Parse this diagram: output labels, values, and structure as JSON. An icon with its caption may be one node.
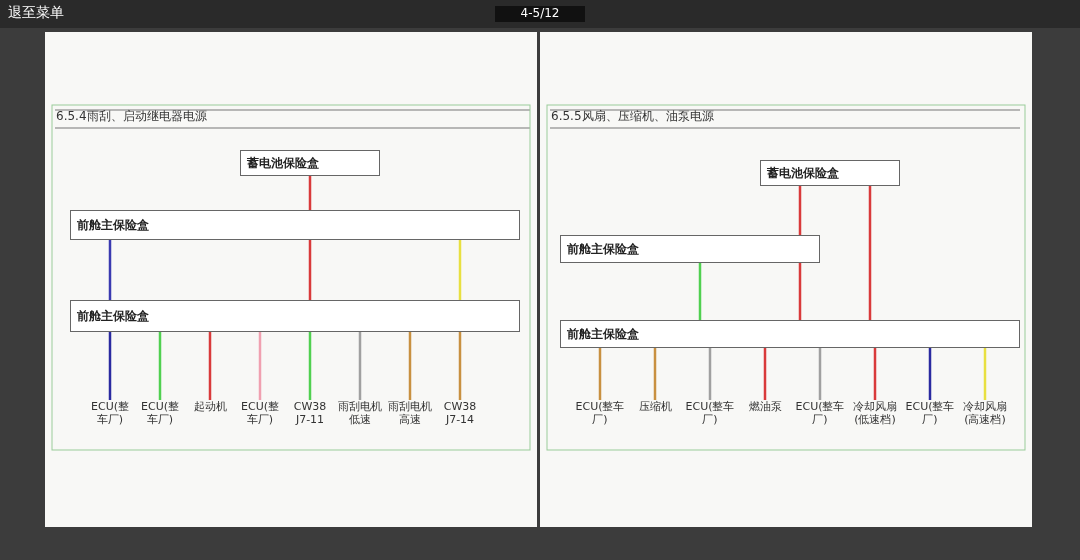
{
  "diagram": {
    "nodes": [
      {
        "text": [
          "蓄电池保险盒"
        ]
      },
      {
        "text": [
          "前舱主保险盒"
        ]
      },
      {
        "text": [
          "前舱主保险盒"
        ]
      },
      {
        "text": [
          "ECU(整车厂)"
        ]
      },
      {
        "text": [
          "ECU(整车厂)"
        ]
      },
      {
        "text": [
          "起动机"
        ]
      },
      {
        "text": [
          "ECU(整车厂)"
        ]
      },
      {
        "text": [
          "CW38 J7-11"
        ]
      },
      {
        "text": [
          "雨刮电机低速"
        ]
      },
      {
        "text": [
          "雨刮电机高速"
        ]
      },
      {
        "text": [
          "CW38 J7-14"
        ]
      },
      {
        "text": [
          "蓄电池保险盒"
        ]
      },
      {
        "text": [
          "前舱主保险盒"
        ]
      },
      {
        "text": [
          "前舱主保险盒"
        ]
      },
      {
        "text": [
          "ECU(整车厂)"
        ]
      },
      {
        "text": [
          "压缩机"
        ]
      },
      {
        "text": [
          "ECU(整车厂)"
        ]
      },
      {
        "text": [
          "燃油泵"
        ]
      },
      {
        "text": [
          "ECU(整车厂)"
        ]
      },
      {
        "text": [
          "冷却风扇(低速档)"
        ]
      },
      {
        "text": [
          "ECU(整车厂)"
        ]
      },
      {
        "text": [
          "冷却风扇(高速档)"
        ]
      }
    ],
    "edges": [
      {
        "from": 0,
        "to": 1,
        "arrow": "none",
        "color": "#d93a3a"
      },
      {
        "from": 1,
        "to": 2,
        "arrow": "none",
        "color": "#3a3ab0"
      },
      {
        "from": 1,
        "to": 2,
        "arrow": "none",
        "color": "#d93a3a"
      },
      {
        "from": 1,
        "to": 2,
        "arrow": "none",
        "color": "#e8e040"
      },
      {
        "from": 2,
        "to": 3,
        "arrow": "none",
        "color": "#2a2aa0"
      },
      {
        "from": 2,
        "to": 4,
        "arrow": "none",
        "color": "#50d050"
      },
      {
        "from": 2,
        "to": 5,
        "arrow": "none",
        "color": "#d93a3a"
      },
      {
        "from": 2,
        "to": 6,
        "arrow": "none",
        "color": "#f0a0b0"
      },
      {
        "from": 2,
        "to": 7,
        "arrow": "none",
        "color": "#50d050"
      },
      {
        "from": 2,
        "to": 8,
        "arrow": "none",
        "color": "#a0a0a0"
      },
      {
        "from": 2,
        "to": 9,
        "arrow": "none",
        "color": "#c89040"
      },
      {
        "from": 2,
        "to": 10,
        "arrow": "none",
        "color": "#c89040"
      },
      {
        "from": 11,
        "to": 12,
        "arrow": "none",
        "color": "#d93a3a"
      },
      {
        "from": 12,
        "to": 13,
        "arrow": "none",
        "color": "#d93a3a"
      },
      {
        "from": 12,
        "to": 13,
        "arrow": "none",
        "color": "#50d050"
      },
      {
        "from": 11,
        "to": 13,
        "arrow": "none",
        "color": "#d93a3a"
      },
      {
        "from": 13,
        "to": 14,
        "arrow": "none",
        "color": "#c89040"
      },
      {
        "from": 13,
        "to": 15,
        "arrow": "none",
        "color": "#c89040"
      },
      {
        "from": 13,
        "to": 16,
        "arrow": "none",
        "color": "#a0a0a0"
      },
      {
        "from": 13,
        "to": 17,
        "arrow": "none",
        "color": "#d93a3a"
      },
      {
        "from": 13,
        "to": 18,
        "arrow": "none",
        "color": "#a0a0a0"
      },
      {
        "from": 13,
        "to": 19,
        "arrow": "none",
        "color": "#d93a3a"
      },
      {
        "from": 13,
        "to": 20,
        "arrow": "none",
        "color": "#2a2aa0"
      },
      {
        "from": 13,
        "to": 21,
        "arrow": "none",
        "color": "#e8e040"
      }
    ],
    "labels": [
      "退至菜单",
      "4-5/12",
      "6.5.4雨刮、启动继电器电源",
      "6.5.5风扇、压缩机、油泵电源"
    ]
  }
}
